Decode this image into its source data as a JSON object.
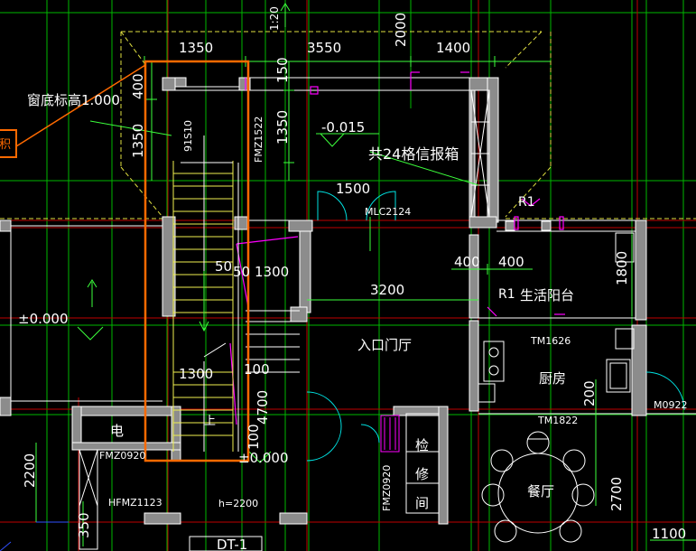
{
  "dimensions": {
    "top_1350": "1350",
    "top_3550": "3550",
    "top_1400": "1400",
    "top_2000": "2000",
    "top_1520": "1:20",
    "left_400": "400",
    "left_1350": "1350",
    "mid_1350": "1350",
    "mid_150": "150",
    "d_1500": "1500",
    "d_3200": "3200",
    "d_400a": "400",
    "d_400b": "400",
    "d_1800": "1800",
    "d_50a": "50",
    "d_50b": "50",
    "d_1300a": "1300",
    "d_1300b": "1300",
    "d_100a": "100",
    "d_100b": "100",
    "d_4700": "4700",
    "d_2200": "2200",
    "d_350": "350",
    "d_200": "200",
    "d_2700": "2700",
    "d_1100": "1100"
  },
  "labels": {
    "window_sill": "窗底标高1.000",
    "orange_tag": "积",
    "level_neg": "-0.015",
    "mailbox": "共24格信报箱",
    "level_zero_left": "±0.000",
    "level_zero_bottom": "±0.000",
    "entrance_hall": "入口门厅",
    "service_balcony": "生活阳台",
    "kitchen": "厨房",
    "dining": "餐厅",
    "electric": "电",
    "inspect_1": "检",
    "inspect_2": "修",
    "inspect_3": "间",
    "r1_a": "R1",
    "r1_b": "R1",
    "h2200": "h=2200",
    "dt1": "DT-1",
    "up_mark": "上",
    "stair_code": "91S10"
  },
  "codes": {
    "mlc": "MLC2124",
    "fmz_top": "FMZ1522",
    "tm1626": "TM1626",
    "tm1822": "TM1822",
    "m0922": "M0922",
    "fmz0920": "FMZ0920",
    "hfmz": "HFMZ1123",
    "fmz_vertical": "FMZ0920"
  },
  "colors": {
    "background": "#000000",
    "wall": "#8c8c8c",
    "wall_outline": "#ffffff",
    "grid_green": "#00d000",
    "axis_red": "#d00000",
    "dim_green": "#3cff3c",
    "highlight_orange": "#ff6a00",
    "stair_yellow": "#f0f050",
    "magenta": "#ff00ff",
    "blue": "#3050ff"
  }
}
